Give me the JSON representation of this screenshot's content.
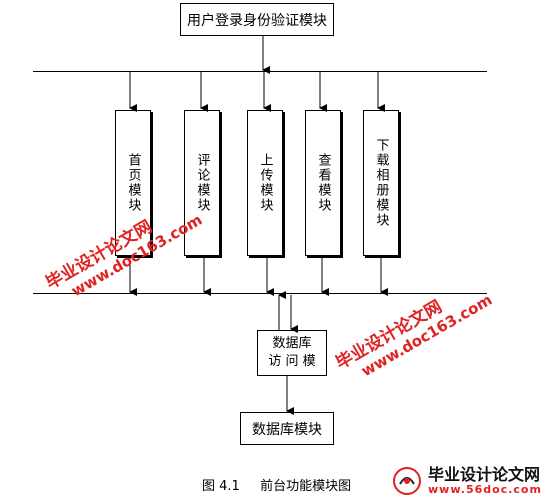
{
  "top_box": "用户登录身份验证模块",
  "modules": [
    {
      "label": "首页模块"
    },
    {
      "label": "评论模块"
    },
    {
      "label": "上传模块"
    },
    {
      "label": "查看模块"
    },
    {
      "label": "下载相册模块"
    }
  ],
  "db_access": {
    "line1": "数据库",
    "line2": "访 问 模"
  },
  "db_module": "数据库模块",
  "caption": {
    "number": "图 4.1",
    "text": "前台功能模块图"
  },
  "watermarks": [
    {
      "line1": "毕业设计论文网",
      "line2": "www.doc163.com"
    },
    {
      "line1": "毕业设计论文网",
      "line2": "www.doc163.com"
    }
  ],
  "corner_logo": {
    "title": "毕业设计论文网",
    "url": "www.56doc.com"
  },
  "colors": {
    "line": "#000000",
    "watermark": "#e02222"
  }
}
